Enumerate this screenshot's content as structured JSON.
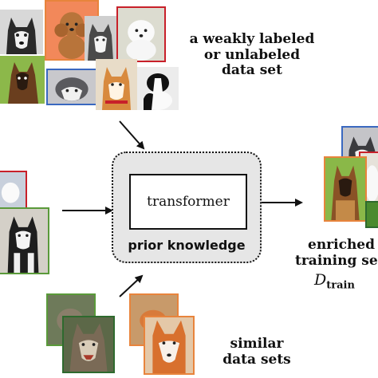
{
  "unlabeled_set": {
    "label_lines": [
      "a weakly labeled",
      "or unlabeled",
      "data set"
    ]
  },
  "model": {
    "inner_label": "transformer",
    "outer_label": "prior knowledge"
  },
  "enriched_set": {
    "label_lines": [
      "enriched",
      "training se"
    ],
    "symbol": "D",
    "symbol_subscript": "train"
  },
  "similar_sets": {
    "label_lines": [
      "similar",
      "data sets"
    ]
  },
  "colors": {
    "frame_red": "#c8202a",
    "frame_orange": "#e8843c",
    "frame_blue": "#3a68c0",
    "frame_green": "#5a9a3a",
    "frame_dark_green": "#2e6a2e",
    "box_fill": "#e6e6e6"
  }
}
